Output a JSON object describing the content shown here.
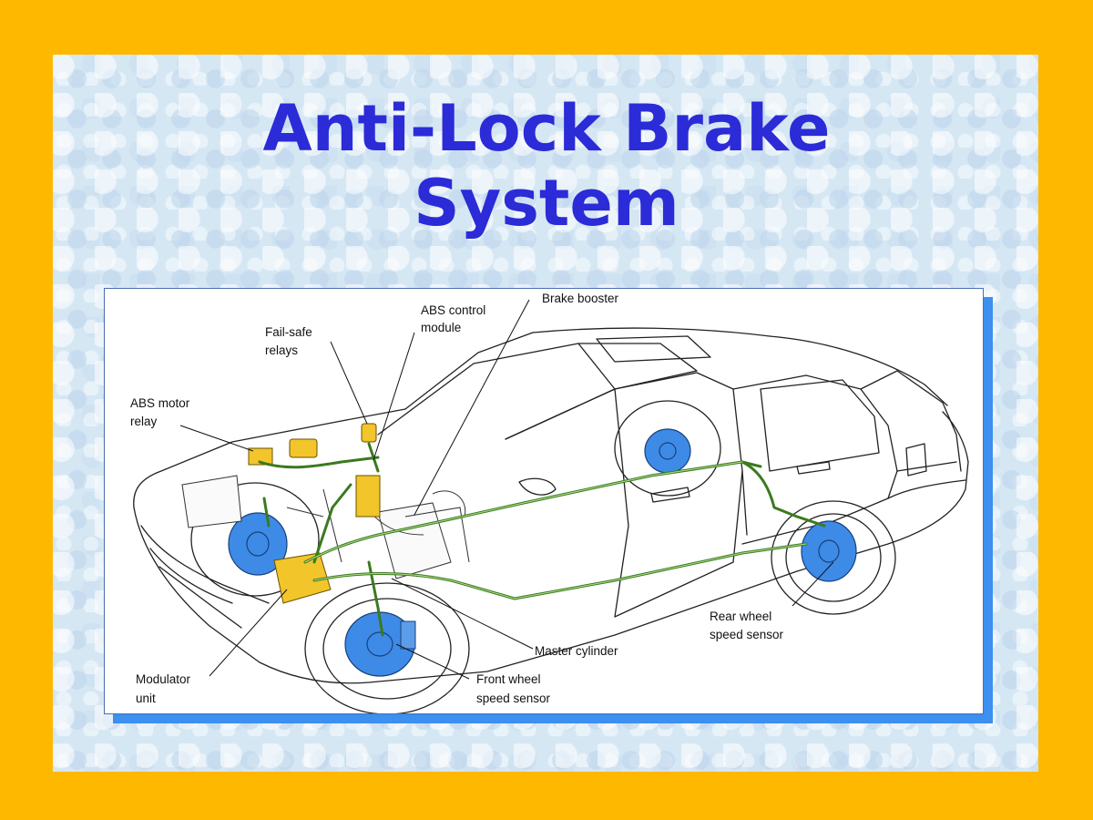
{
  "slide": {
    "title_line1": "Anti-Lock Brake",
    "title_line2": "System"
  },
  "diagram": {
    "labels": {
      "brake_booster": "Brake booster",
      "abs_control_module_1": "ABS control",
      "abs_control_module_2": "module",
      "fail_safe_relays_1": "Fail-safe",
      "fail_safe_relays_2": "relays",
      "abs_motor_relay_1": "ABS motor",
      "abs_motor_relay_2": "relay",
      "modulator_unit_1": "Modulator",
      "modulator_unit_2": "unit",
      "master_cylinder": "Master cylinder",
      "front_wheel_speed_sensor_1": "Front wheel",
      "front_wheel_speed_sensor_2": "speed sensor",
      "rear_wheel_speed_sensor_1": "Rear wheel",
      "rear_wheel_speed_sensor_2": "speed sensor"
    }
  },
  "colors": {
    "background": "#FFB800",
    "title": "#2B2BD8",
    "brake_disc": "#3D8BE6",
    "component": "#F2C52B",
    "brake_line": "#3A7A1E",
    "frame_shadow": "#3D8FF0"
  }
}
